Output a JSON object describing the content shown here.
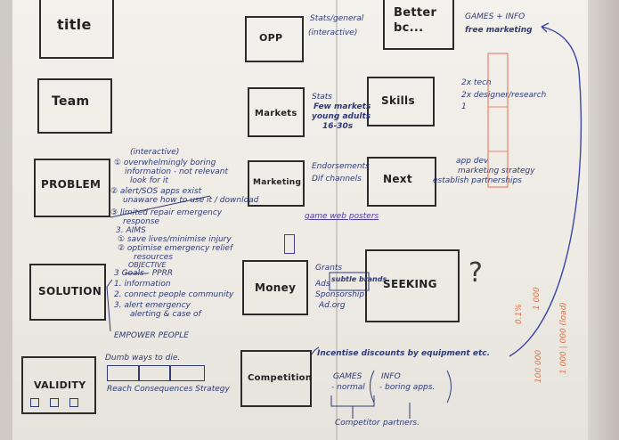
{
  "boxes": {
    "title": "title",
    "team": "Team",
    "problem": "PROBLEM",
    "solution": "SOLUTION",
    "validity": "VALIDITY",
    "opp": "OPP",
    "markets": "Markets",
    "marketing": "Marketing",
    "money": "Money",
    "competition": "Competition",
    "better": "Better\nbc...",
    "skills": "Skills",
    "next": "Next",
    "seeking": "SEEKING"
  },
  "notes": {
    "opp_1": "Stats/general",
    "opp_2": "(interactive)",
    "games_info": "GAMES + INFO",
    "free_marketing": "free marketing",
    "markets_1": "Stats",
    "markets_2": "Few markets",
    "markets_3": "young adults",
    "markets_4": "16-30s",
    "skills_1": "2x tech",
    "skills_2": "2x designer/research",
    "skills_3": "1",
    "marketing_1": "Endorsements",
    "marketing_2": "Dif channels",
    "marketing_3": "game web posters",
    "next_1": "app dev",
    "next_2": "marketing strategy",
    "next_3": "establish partnerships",
    "problem_1": "(interactive)",
    "problem_2": "① overwhelmingly boring",
    "problem_3": "information - not relevant",
    "problem_4": "look for it",
    "problem_5": "② alert/SOS apps exist",
    "problem_6": "unaware how to use it / download",
    "problem_7": "③ limited repair emergency",
    "problem_8": "response",
    "problem_9": "3. AIMS",
    "problem_10": "① save lives/minimise injury",
    "problem_11": "② optimise emergency relief",
    "problem_12": "resources",
    "solution_0": "OBJECTIVE",
    "solution_1": "3 Goals - PPRR",
    "solution_2": "1. information",
    "solution_3": "2. connect people community",
    "solution_4": "3. alert emergency",
    "solution_5": "alerting & case of",
    "solution_6": "EMPOWER PEOPLE",
    "money_1": "Grants",
    "money_2": "Ads",
    "money_3": "subtle brands",
    "money_4": "Sponsorship",
    "money_5": "Ad.org",
    "question": "?",
    "incentive": "Incentise discounts by equipment etc.",
    "validity_1": "Dumb ways to die.",
    "validity_2": "Reach  Consequences  Strategy",
    "comp_games": "GAMES",
    "comp_normal": "- normal",
    "comp_info": "INFO",
    "comp_boring": "- boring apps.",
    "comp_competitor": "Competitor",
    "comp_partners": "partners.",
    "red_1": "100 000",
    "red_2": "1 000 | 000 (load)",
    "red_3": "0.1%",
    "red_4": "1 000"
  },
  "colors": {
    "ink": "#2b2b2b",
    "blue_ink": "#2e3a74",
    "purple_ink": "#4b3aa0",
    "red_ink": "#d9734a"
  }
}
